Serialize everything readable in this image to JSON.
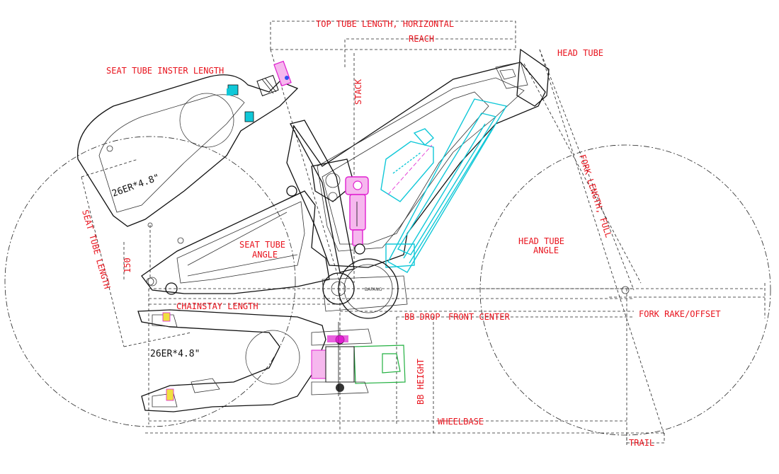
{
  "labels": {
    "top_tube": "TOP TUBE LENGTH, HORIZONTAL",
    "reach": "REACH",
    "head_tube": "HEAD TUBE",
    "seat_tube_insert": "SEAT TUBE INSTER LENGTH",
    "stack": "STACK",
    "fork_length": "FORK LENGTH, FULL",
    "head_tube_angle_1": "HEAD TUBE",
    "head_tube_angle_2": "ANGLE",
    "seat_tube_length": "SEAT TUBE LENGTH",
    "seat_tube_angle_1": "SEAT TUBE",
    "seat_tube_angle_2": "ANGLE",
    "dim_150": "150",
    "chainstay": "CHAINSTAY LENGTH",
    "bb_drop": "BB DROP",
    "front_center": "FRONT CENTER",
    "fork_rake": "FORK RAKE/OFFSET",
    "bb_height": "BB HEIGHT",
    "wheelbase": "WHEELBASE",
    "trail": "TRAIL",
    "tire_top": "26ER*4.8\"",
    "tire_bottom": "26ER*4.8\"",
    "motor_brand": "BAFANG"
  },
  "colors": {
    "label": "#e8141e",
    "line": "#111111",
    "battery": "#10c8d8",
    "shock": "#e020d0",
    "motor_detail": "#22b040"
  },
  "icons": {
    "water_bottle": "bottle-icon",
    "shock": "rear-shock-icon",
    "motor": "mid-drive-motor-icon"
  }
}
